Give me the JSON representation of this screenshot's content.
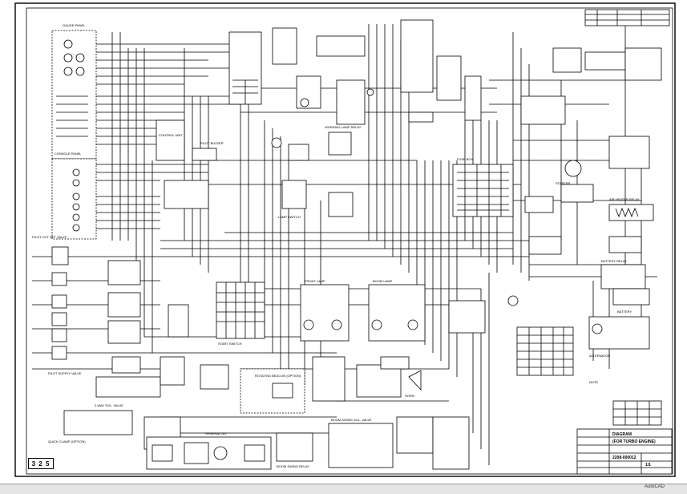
{
  "viewer": {
    "status_text": "AutoCAD"
  },
  "sheet": {
    "sheet_number": "3 2 5",
    "colors": {
      "ink": "#000000",
      "paper": "#ffffff",
      "frame": "#000000"
    }
  },
  "title_block": {
    "drawing_title": "DIAGRAM",
    "subtitle": "(FOR TURBO ENGINE)",
    "drawing_no": "2208-000012",
    "page": "1/1"
  },
  "components": {
    "gauge_panel": "GAUGE PANEL",
    "console_panel": "CONSOLE PANEL",
    "control_unit": "CONTROL UNIT",
    "lamp_switch": "LAMP SWITCH",
    "pilot_buzzer": "PILOT BUZZER",
    "working_lamp_relay": "WORKING LAMP RELAY",
    "fuse_box": "FUSE BOX",
    "air_heater_relay": "AIR HEATER RELAY",
    "starter": "STARTER",
    "battery_relay": "BATTERY RELAY",
    "alternator": "ALTERNATOR",
    "battery": "BATTERY",
    "pilot_cutoff_valve": "PILOT CUT OFF VALVE",
    "pilot_supply_valve": "PILOT SUPPLY VALVE",
    "two_way_sol_valve": "2-WAY SOL. VALVE",
    "quick_clamp": "QUICK CLAMP (OPTION)",
    "rotating_beacon": "ROTATING BEACON (OPTION)",
    "boom_swing_valve": "BOOM SWING SOL. VALVE",
    "boom_swing_relay": "BOOM SWING RELAY",
    "terminal_no": "TERMINAL NO.",
    "start_switch": "START SWITCH",
    "front_lamp": "FRONT LAMP",
    "boom_lamp": "BOOM LAMP",
    "horn": "HORN",
    "note": "NOTE"
  }
}
